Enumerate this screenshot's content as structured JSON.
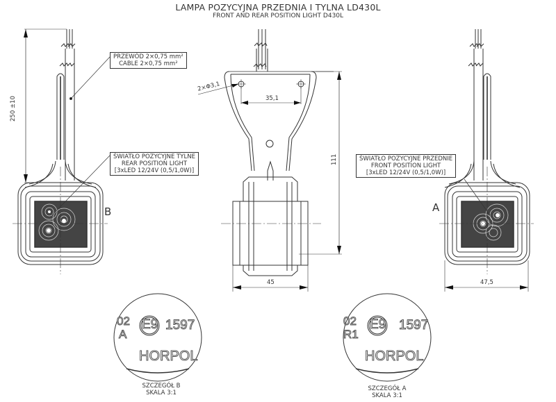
{
  "title": {
    "main": "LAMPA POZYCYJNA PRZEDNIA I TYLNA LD430L",
    "sub": "FRONT AND REAR POSITION LIGHT D430L"
  },
  "callouts": {
    "cable": {
      "line1": "PRZEWÓD 2×0,75 mm²",
      "line2": "CABLE 2×0,75 mm²"
    },
    "rear_light": {
      "line1": "ŚWIATŁO POZYCYJNE TYLNE",
      "line2": "REAR POSITION LIGHT",
      "line3": "[3xLED 12/24V (0,5/1,0W)]"
    },
    "front_light": {
      "line1": "ŚWIATŁO POZYCYJNE PRZEDNIE",
      "line2": "FRONT POSITION LIGHT",
      "line3": "[3xLED 12/24V (0,5/1,0W)]"
    }
  },
  "dimensions": {
    "cable_length": "250 ±10",
    "hole_dia": "2×Φ3,1",
    "hole_spacing": "35,1",
    "height": "111",
    "side_width": "45",
    "front_width": "47,5"
  },
  "view_labels": {
    "left": "B",
    "right": "A"
  },
  "details": {
    "b": {
      "code_top": "02",
      "code_bottom": "A",
      "mark": "E9",
      "approval": "1597",
      "brand": "HORPOL",
      "caption1": "SZCZEGÓŁ B",
      "caption2": "SKALA 3:1"
    },
    "a": {
      "code_top": "02",
      "code_bottom": "R1",
      "mark": "E9",
      "approval": "1597",
      "brand": "HORPOL",
      "caption1": "SZCZEGÓŁ A",
      "caption2": "SKALA 3:1"
    }
  }
}
